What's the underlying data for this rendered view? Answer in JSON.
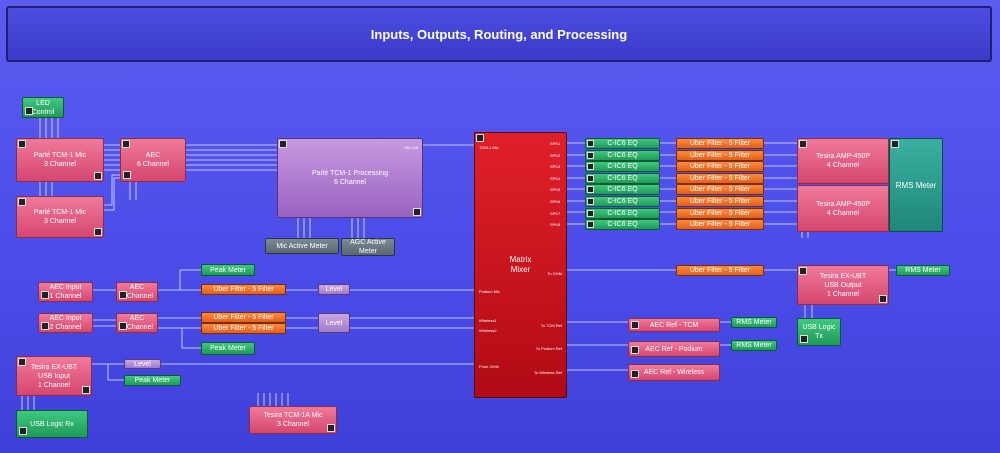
{
  "title": "Inputs, Outputs, Routing, and Processing",
  "blocks": {
    "led_control": "LED\nControl",
    "tcm_mic_1": "Parlé TCM-1 Mic\n3 Channel",
    "tcm_mic_2": "Parlé TCM-1 Mic\n3 Channel",
    "aec_6ch": "AEC\n6 Channel",
    "tcm_processing": "Parlé TCM-1 Processing\n6 Channel",
    "mic_active_meter": "Mic Active Meter",
    "agc_active_meter": "AGC Active\nMeter",
    "matrix_mixer": "Matrix\nMixer",
    "amp_1": "Tesira AMP-450P\n4 Channel",
    "amp_2": "Tesira AMP-450P\n4 Channel",
    "rms_meter_main": "RMS Meter",
    "aec_input_1": "AEC Input\n1 Channel",
    "aec_1ch": "AEC\n1 Channel",
    "aec_input_2": "AEC Input\n2 Channel",
    "aec_2ch": "AEC\n2 Channel",
    "peak_meter_1": "Peak Meter",
    "peak_meter_2": "Peak Meter",
    "peak_meter_3": "Peak Meter",
    "uber_1": "Uber Filter - 5 Filter",
    "uber_2": "Uber Filter - 5 Filter",
    "uber_3": "Uber Filter - 5 Filter",
    "level_1": "Level",
    "level_2": "Level",
    "level_3": "Level",
    "usb_input": "Tesira EX-UBT\nUSB Input\n1 Channel",
    "usb_logic_rx": "USB Logic Rx",
    "tcm1a_mic": "Tesira TCM-1A Mic\n3 Channel",
    "uber_ghm": "Uber Filter - 5 Filter",
    "usb_output": "Tesira EX-UBT\nUSB Output\n1 Channel",
    "rms_meter_usb": "RMS Meter",
    "usb_logic_tx": "USB Logic Tx",
    "aec_ref_tcm": "AEC Ref - TCM",
    "aec_ref_podium": "AEC Ref - Podium",
    "aec_ref_wireless": "AEC Ref - Wireless",
    "rms_meter_ref1": "RMS Meter",
    "rms_meter_ref2": "RMS Meter"
  },
  "eq_rows": [
    {
      "spk": "SPK1",
      "eq": "C-IC6 EQ",
      "uber": "Uber Filter - 5 Filter"
    },
    {
      "spk": "SPK2",
      "eq": "C-IC6 EQ",
      "uber": "Uber Filter - 5 Filter"
    },
    {
      "spk": "SPK3",
      "eq": "C-IC6 EQ",
      "uber": "Uber Filter - 5 Filter"
    },
    {
      "spk": "SPK4",
      "eq": "C-IC6 EQ",
      "uber": "Uber Filter - 5 Filter"
    },
    {
      "spk": "SPK5",
      "eq": "C-IC6 EQ",
      "uber": "Uber Filter - 5 Filter"
    },
    {
      "spk": "SPK6",
      "eq": "C-IC6 EQ",
      "uber": "Uber Filter - 5 Filter"
    },
    {
      "spk": "SPK7",
      "eq": "C-IC6 EQ",
      "uber": "Uber Filter - 5 Filter"
    },
    {
      "spk": "SPK8",
      "eq": "C-IC6 EQ",
      "uber": "Uber Filter - 5 Filter"
    }
  ],
  "mixer_ports": {
    "tcm1_mix": "TCM-1 Mix",
    "mix_out": "Mix Out",
    "podium_mic": "Podium Mic",
    "wireless1": "Wireless1",
    "wireless2": "Wireless2",
    "from_ghm": "From GHM",
    "to_ghm": "To GHM",
    "to_tcm_ref": "To TCM Ref",
    "to_podium_ref": "To Podium Ref",
    "to_wireless_ref": "To Wireless Ref"
  },
  "colors": {
    "background": "#5052e8",
    "banner": "#3f40cc",
    "mixer": "#c80f1a",
    "wire": "#e8e8ff"
  }
}
